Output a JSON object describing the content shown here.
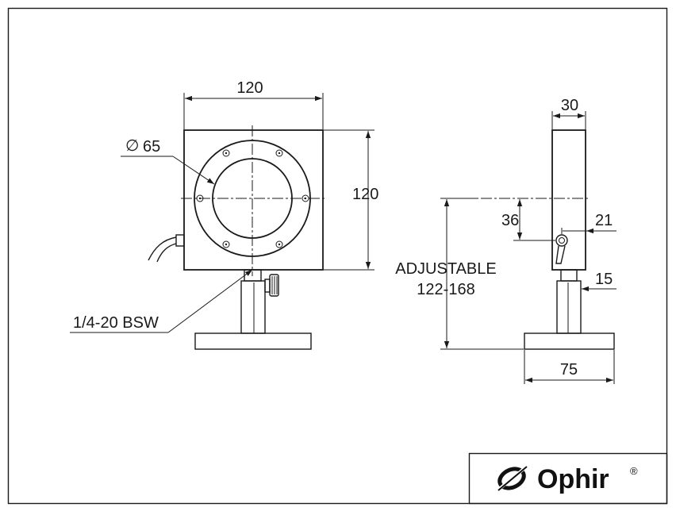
{
  "front_view": {
    "width_dim": "120",
    "height_dim": "120",
    "aperture_diameter": "65",
    "mount_thread": "1/4-20 BSW"
  },
  "side_view": {
    "thickness_dim": "30",
    "offset_dim": "36",
    "edge_dim": "21",
    "post_dim": "15",
    "base_dim": "75",
    "height_label": "ADJUSTABLE",
    "height_range": "122-168"
  },
  "logo": {
    "brand": "Ophir",
    "registered_mark": "®"
  },
  "colors": {
    "line": "#1a1a1a",
    "background": "#ffffff"
  }
}
